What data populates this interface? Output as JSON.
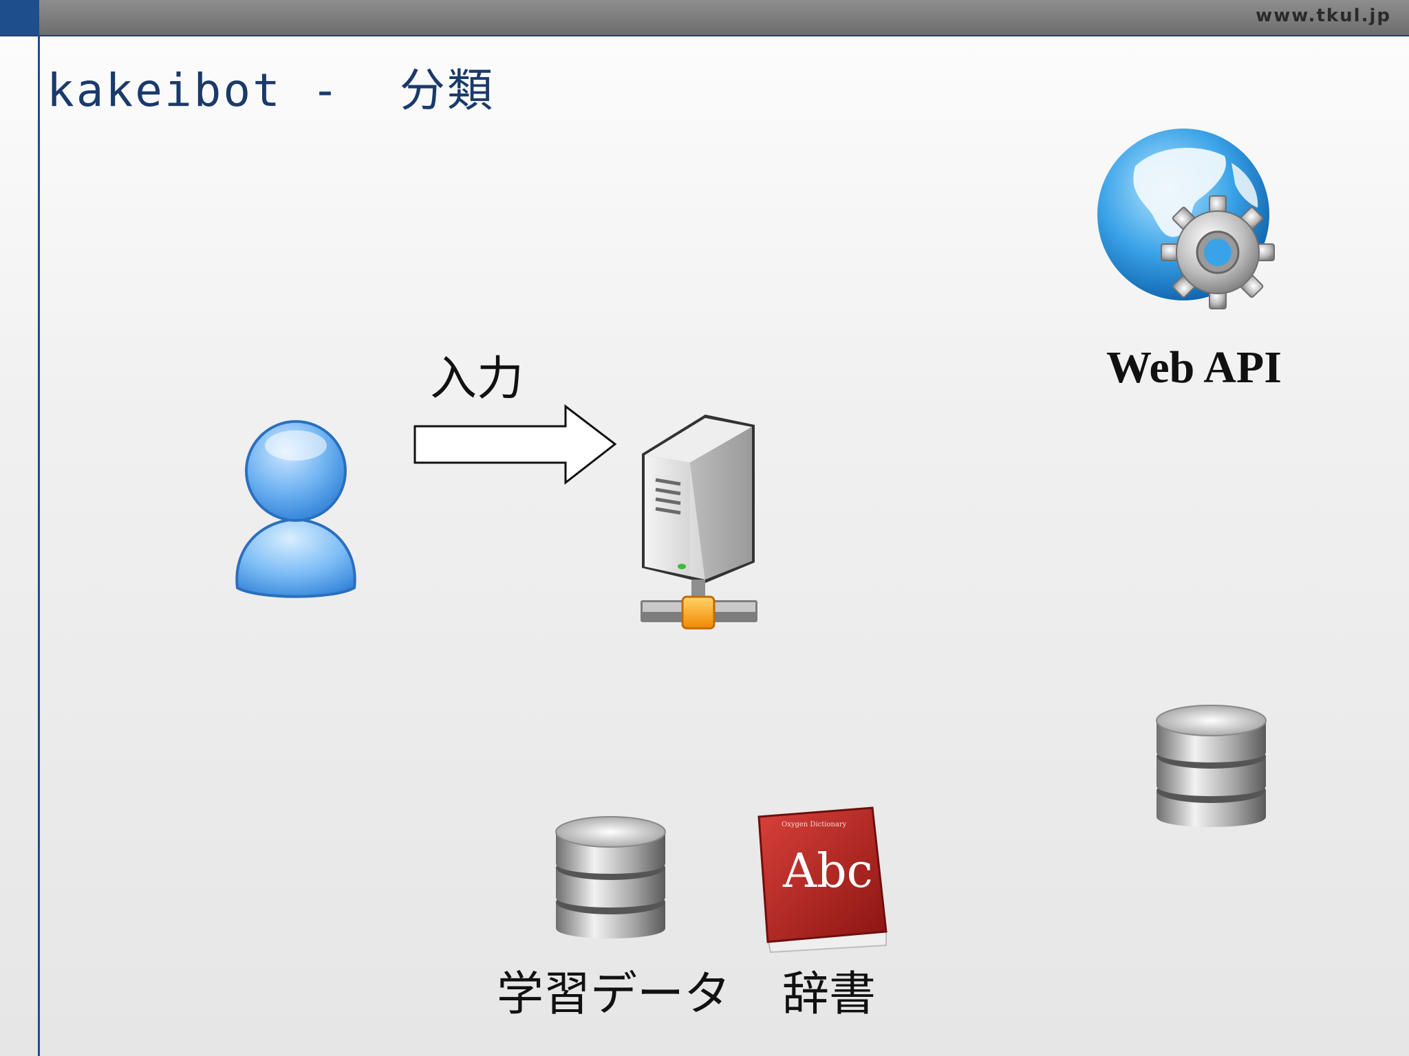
{
  "header": {
    "site_url": "www.tkul.jp"
  },
  "slide": {
    "title": "kakeibot -  分類"
  },
  "diagram": {
    "arrow_label": "入力",
    "web_api_label": "Web API",
    "training_data_label": "学習データ",
    "dictionary_label": "辞書",
    "book_cover_text": "Abc",
    "book_title_small": "Oxygen Dictionary",
    "colors": {
      "title": "#1a3a6b",
      "accent": "#1f4e8c",
      "book_red": "#b3211e"
    }
  }
}
